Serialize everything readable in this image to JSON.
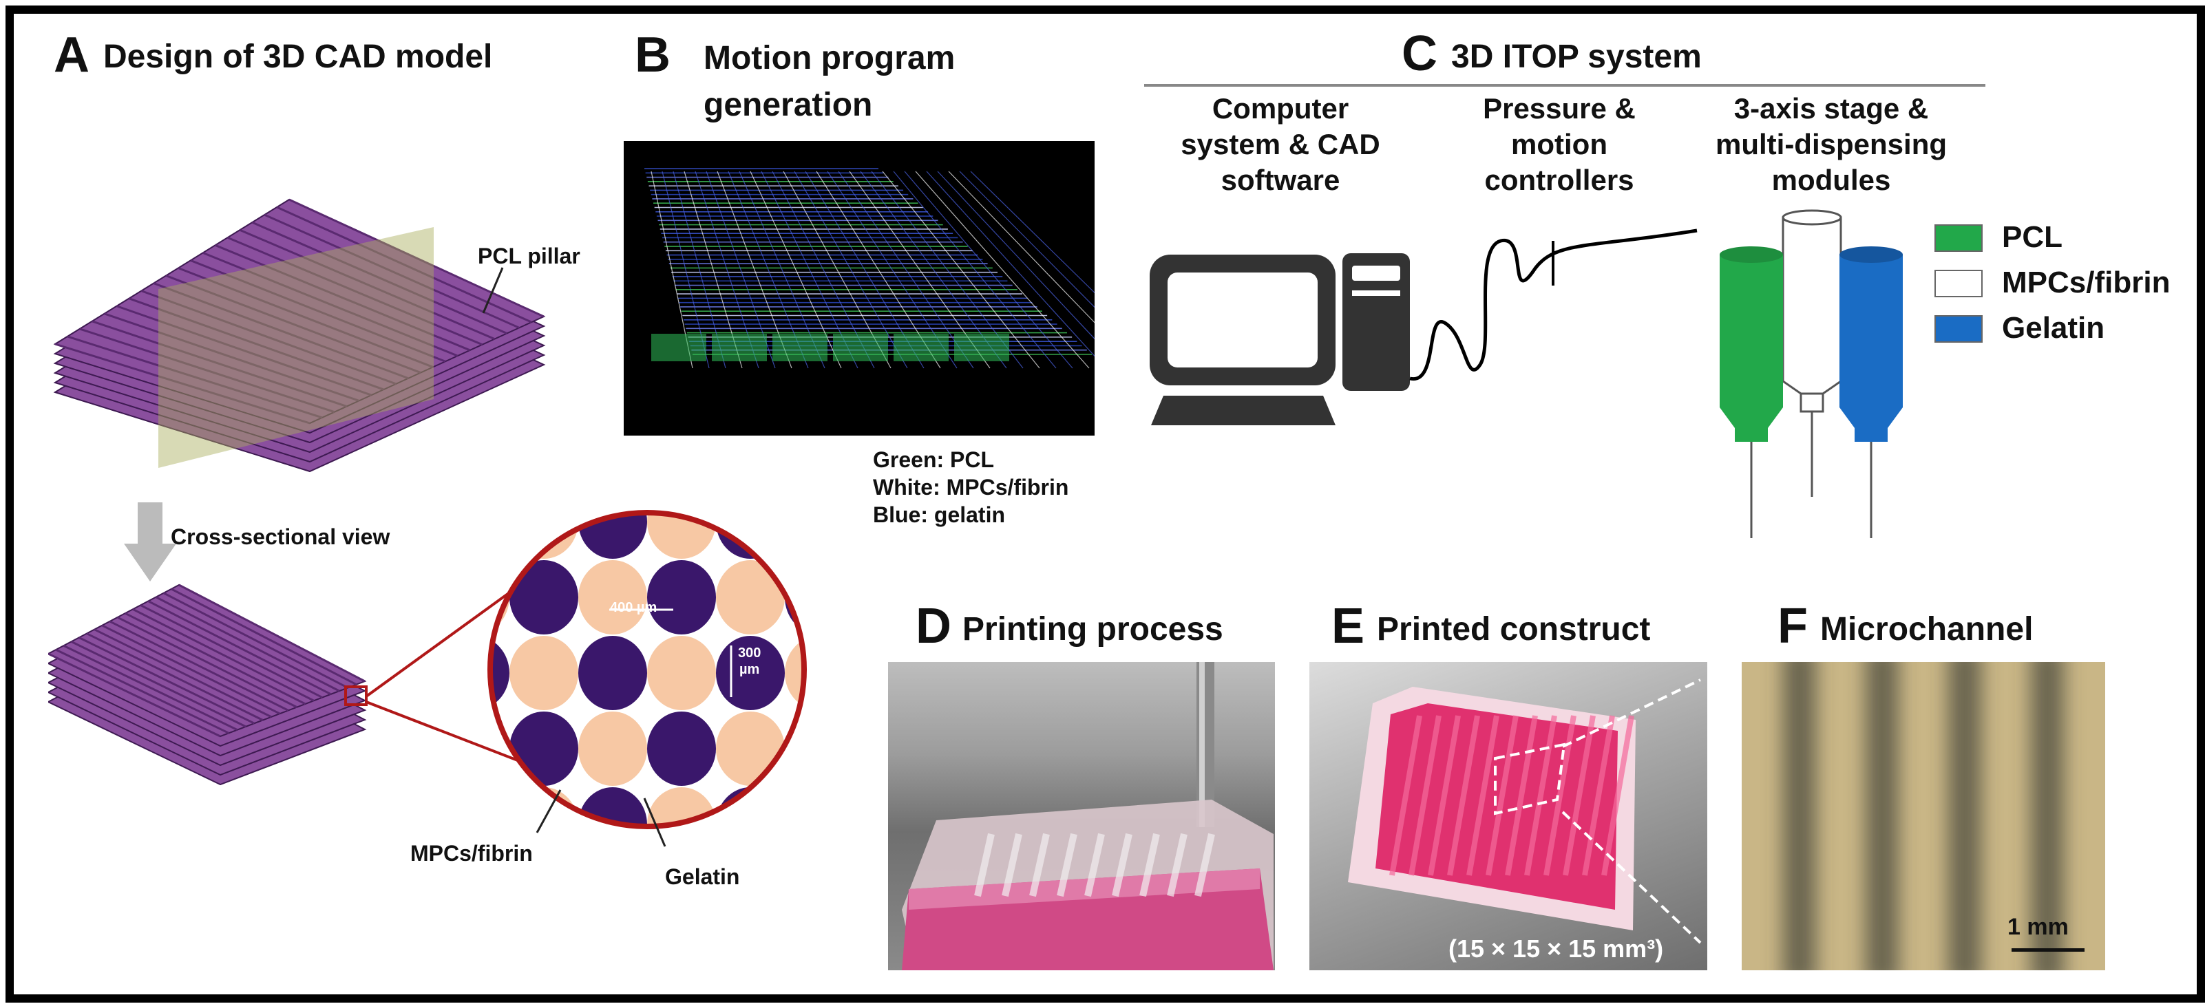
{
  "panels": {
    "A": {
      "letter": "A",
      "title": "Design of 3D CAD model",
      "pillar_label": "PCL pillar",
      "cross_label": "Cross-sectional view",
      "dim_400": "400 µm",
      "dim_300a": "300",
      "dim_300b": "µm",
      "mpc_label": "MPCs/fibrin",
      "gelatin_label": "Gelatin"
    },
    "B": {
      "letter": "B",
      "title_line1": "Motion program",
      "title_line2": "generation",
      "notes": [
        "Green: PCL",
        "White: MPCs/fibrin",
        "Blue: gelatin"
      ]
    },
    "C": {
      "letter": "C",
      "title": "3D ITOP system",
      "col1": [
        "Computer",
        "system & CAD",
        "software"
      ],
      "col2": [
        "Pressure &",
        "motion",
        "controllers"
      ],
      "col3": [
        "3-axis stage &",
        "multi-dispensing",
        "modules"
      ]
    },
    "D": {
      "letter": "D",
      "title": "Printing process"
    },
    "E": {
      "letter": "E",
      "title": "Printed construct",
      "size_label": "(15 × 15 × 15 mm³)"
    },
    "F": {
      "letter": "F",
      "title": "Microchannel",
      "scale_label": "1 mm"
    }
  },
  "legend": [
    {
      "label": "PCL",
      "color": "#22a84a"
    },
    {
      "label": "MPCs/fibrin",
      "color": "#ffffff"
    },
    {
      "label": "Gelatin",
      "color": "#1a6cc4"
    }
  ],
  "colors": {
    "purple_cad": "#8a4f9e",
    "dark_purple": "#3a176b",
    "peach": "#f7c8a4",
    "red_circle": "#b01818"
  }
}
